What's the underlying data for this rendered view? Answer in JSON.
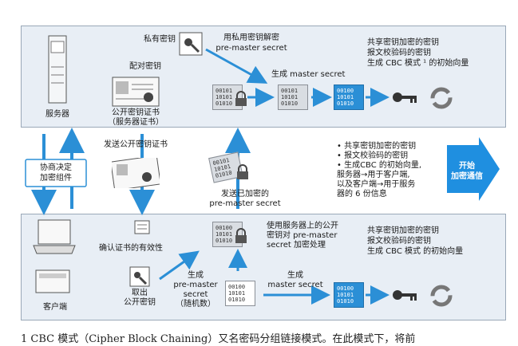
{
  "top": {
    "private_key": "私有密钥",
    "decrypt_note": [
      "用私用密钥解密",
      "pre-master secret"
    ],
    "key_pair": "配对密钥",
    "server": "服务器",
    "cert": [
      "公开密钥证书",
      "（服务器证书）"
    ],
    "gen_master": "生成 master secret",
    "bin_gray": "00101\n10101\n01010",
    "bin_blue": "00100\n10101\n01010",
    "shared": [
      "共享密钥加密的密钥",
      "报文校验码的密钥",
      "生成 CBC 模式 ¹ 的初始向量"
    ]
  },
  "middle": {
    "negotiate": [
      "协商决定",
      "加密组件"
    ],
    "send_cert": "发送公开密钥证书",
    "send_encrypted": [
      "发送已加密的",
      "pre-master secret"
    ],
    "bullets": [
      "• 共享密钥加密的密钥",
      "• 报文校验码的密钥",
      "• 生成CBC 的初始向量,",
      "  服务器→用于客户端,",
      "  以及客户端→用于服务",
      "  器的 6 份信息"
    ],
    "start": [
      "开始",
      "加密通信"
    ]
  },
  "bottom": {
    "client": "客户端",
    "verify": "确认证书的有效性",
    "take_key": [
      "取出",
      "公开密钥"
    ],
    "gen_pre": [
      "生成",
      "pre-master",
      "secret",
      "（随机数）"
    ],
    "encrypt_note": [
      "使用服务器上的公开",
      "密钥对 pre-master",
      "secret 加密处理"
    ],
    "gen_master": [
      "生成",
      "master secret"
    ],
    "bin_gray": "00100\n10101\n01010",
    "bin_blue": "00100\n10101\n01010",
    "shared": [
      "共享密钥加密的密钥",
      "报文校验码的密钥",
      "生成 CBC 模式 的初始向量"
    ]
  },
  "footnote": "1 CBC 模式（Cipher Block Chaining）又名密码分组链接模式。在此模式下，将前",
  "colors": {
    "panel": "#e8eef5",
    "arrow_blue": "#2b8fd6",
    "start_arrow": "#1f8fe0"
  }
}
